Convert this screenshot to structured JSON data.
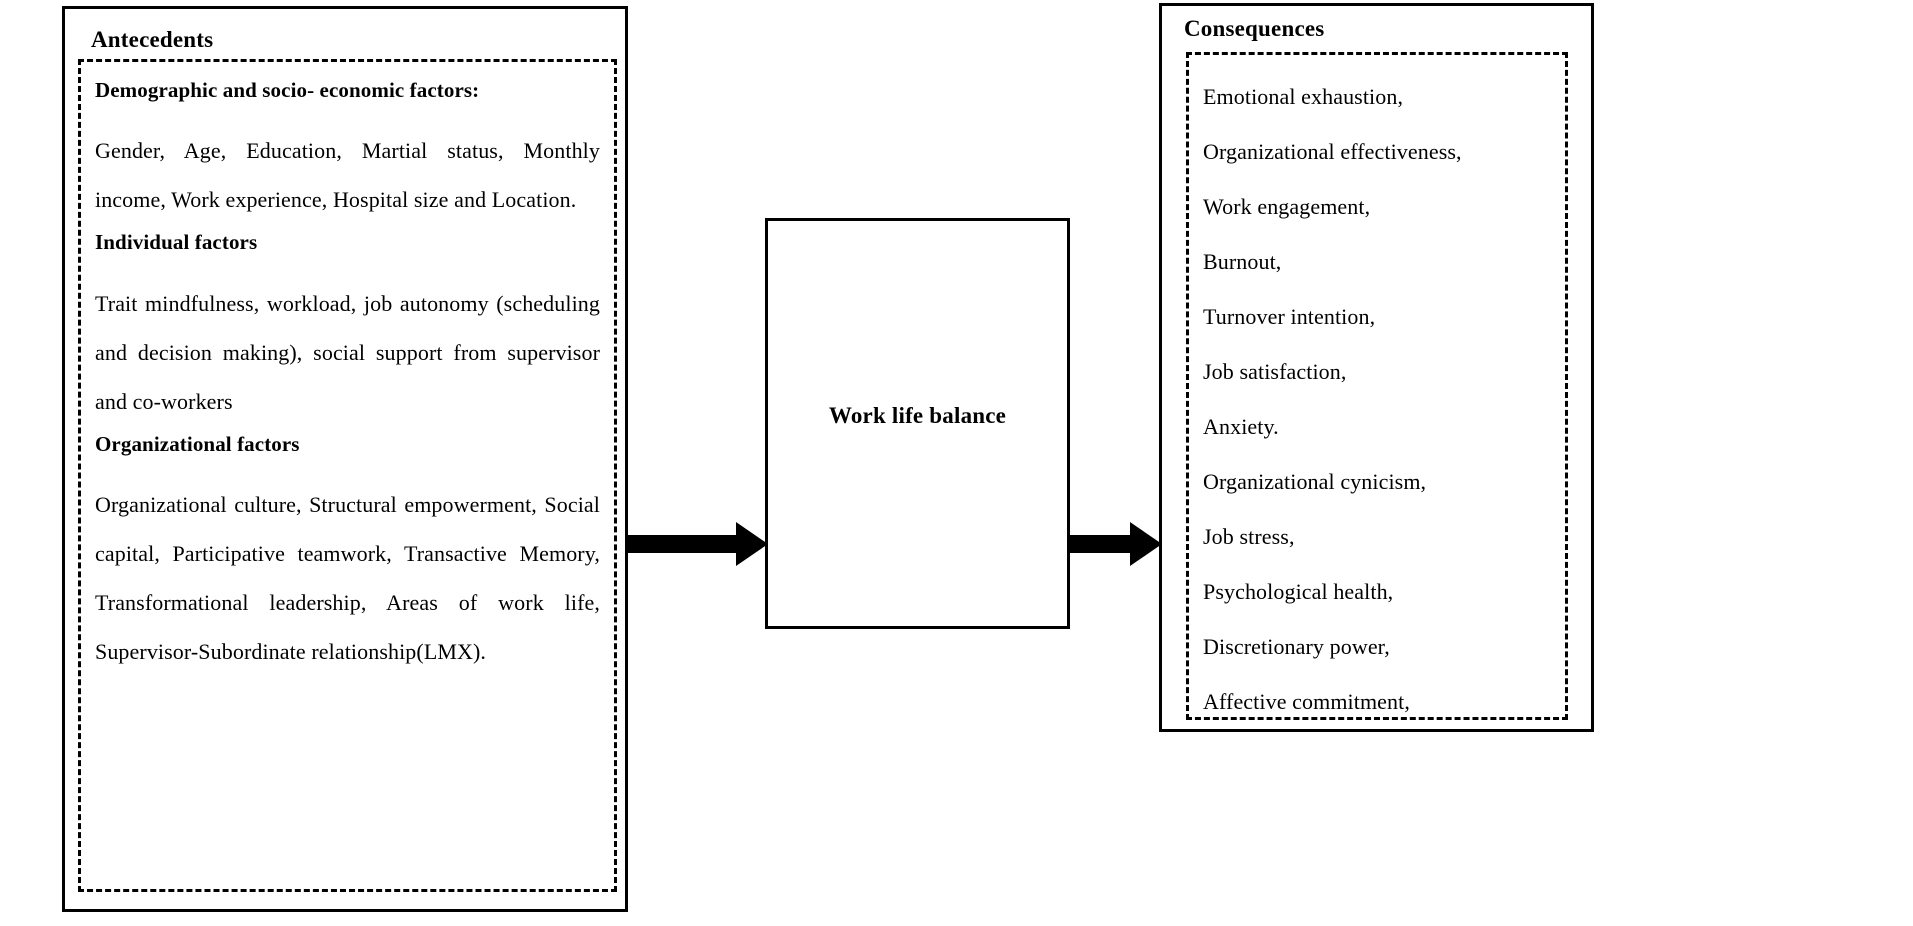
{
  "diagram": {
    "title_left": "Antecedents",
    "title_right": "Consequences",
    "center_label": "Work life balance",
    "arrow_left_name": "antecedents-to-work-life-balance-arrow",
    "arrow_right_name": "work-life-balance-to-consequences-arrow",
    "stroke_color": "#000000",
    "background_color": "#ffffff"
  },
  "antecedents": {
    "groups": [
      {
        "heading": "Demographic and socio- economic factors:",
        "body": "Gender, Age, Education, Martial status, Monthly income, Work experience, Hospital size and Location."
      },
      {
        "heading": "Individual factors",
        "body": "Trait mindfulness, workload, job autonomy (scheduling and decision making), social support from supervisor and co-workers"
      },
      {
        "heading": "Organizational factors",
        "body": "Organizational culture, Structural empowerment, Social capital,  Participative teamwork, Transactive Memory, Transformational leadership, Areas of work life, Supervisor-Subordinate relationship(LMX)."
      }
    ]
  },
  "consequences": {
    "items": [
      "Emotional exhaustion,",
      "Organizational effectiveness,",
      "Work engagement,",
      "Burnout,",
      "Turnover intention,",
      "Job satisfaction,",
      "Anxiety.",
      "Organizational cynicism,",
      "Job stress,",
      "Psychological health,",
      "Discretionary power,",
      "Affective commitment,"
    ]
  }
}
